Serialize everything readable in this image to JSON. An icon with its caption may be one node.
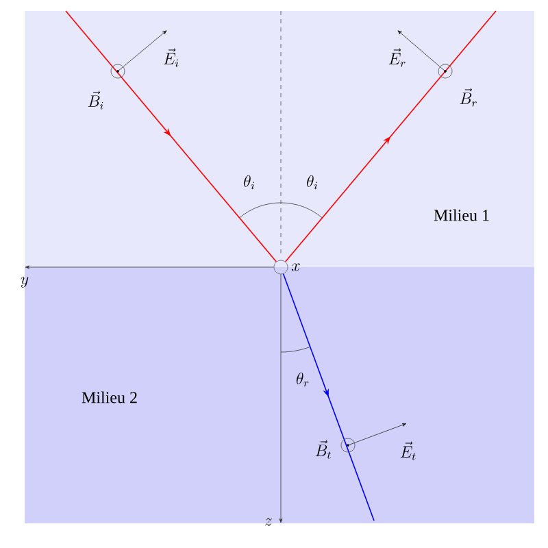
{
  "diagram": {
    "labels": [
      "\\vec{E}_i",
      "\\vec{E}_r",
      "\\vec{B}_i",
      "\\vec{B}_r",
      "\\theta_i",
      "\\theta_i",
      "Milieu 1",
      "x",
      "y",
      "\\theta_r",
      "Milieu 2",
      "\\vec{B}_t",
      "\\vec{E}_t",
      "z"
    ]
  }
}
